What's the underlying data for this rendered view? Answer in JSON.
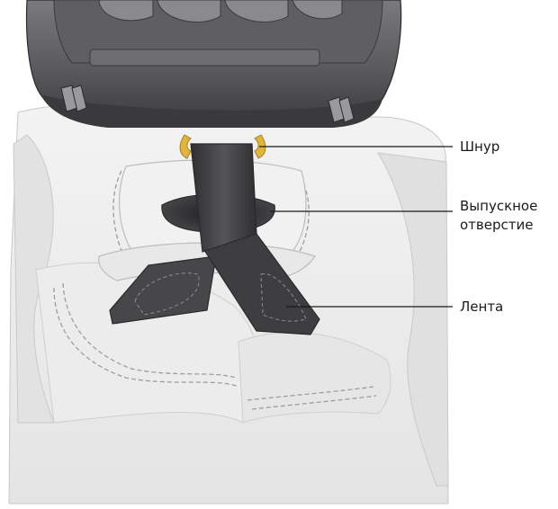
{
  "labels": {
    "cord": "Шнур",
    "outlet_line1": "Выпускное",
    "outlet_line2": "отверстие",
    "strap": "Лента"
  },
  "colors": {
    "fabric_light": "#ededed",
    "fabric_shadow": "#d6d6d6",
    "housing_dark": "#4a4a4c",
    "housing_mid": "#6b6b6e",
    "strap_dark": "#3c3c3e",
    "cord_yellow": "#e2b53a",
    "stitch": "#9a9a9a",
    "leader_line": "#1a1a1a"
  }
}
